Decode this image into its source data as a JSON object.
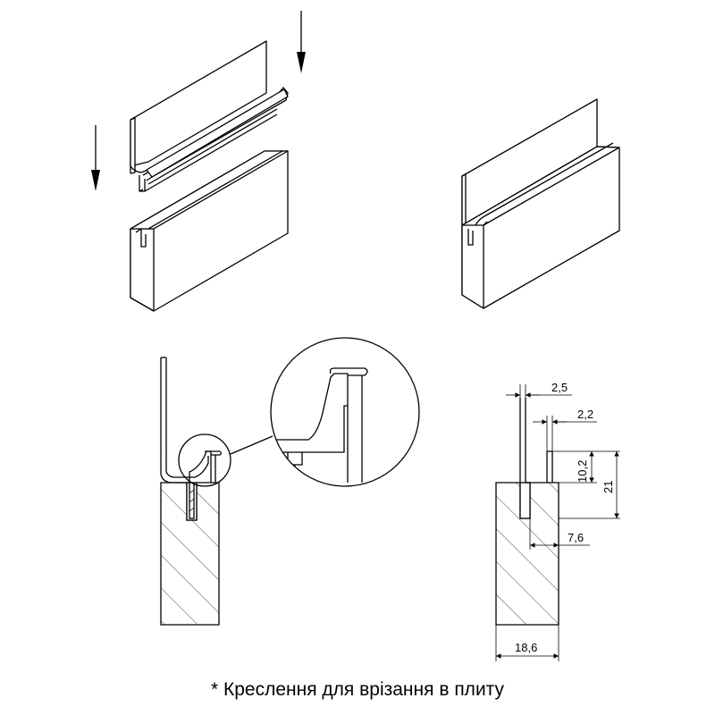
{
  "dimensions": {
    "profile_thickness": "2,5",
    "lip_thickness": "2,2",
    "lip_height": "10,2",
    "profile_height": "21",
    "groove_depth": "7,6",
    "board_thickness": "18,6"
  },
  "caption": "* Креслення для врізання в плиту"
}
